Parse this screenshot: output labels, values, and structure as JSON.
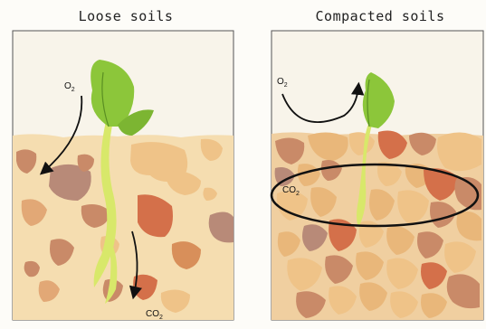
{
  "panels": {
    "left": {
      "title": "Loose soils",
      "labels": {
        "o2": "O",
        "o2_sub": "2",
        "co2": "CO",
        "co2_sub": "2"
      }
    },
    "right": {
      "title": "Compacted soils",
      "labels": {
        "o2": "O",
        "o2_sub": "2",
        "co2": "CO",
        "co2_sub": "2"
      }
    }
  },
  "colors": {
    "sky": "#f8f4ea",
    "soil": "#f5ddb0",
    "leaf": "#8cc63a",
    "stem": "#d8e86a",
    "stone_light": "#e9b77a",
    "stone_brown": "#c98a68",
    "stone_red": "#d4704a",
    "outline": "#222222"
  },
  "icons": [
    "seedling-icon",
    "arrow-icon",
    "ellipse-highlight"
  ]
}
